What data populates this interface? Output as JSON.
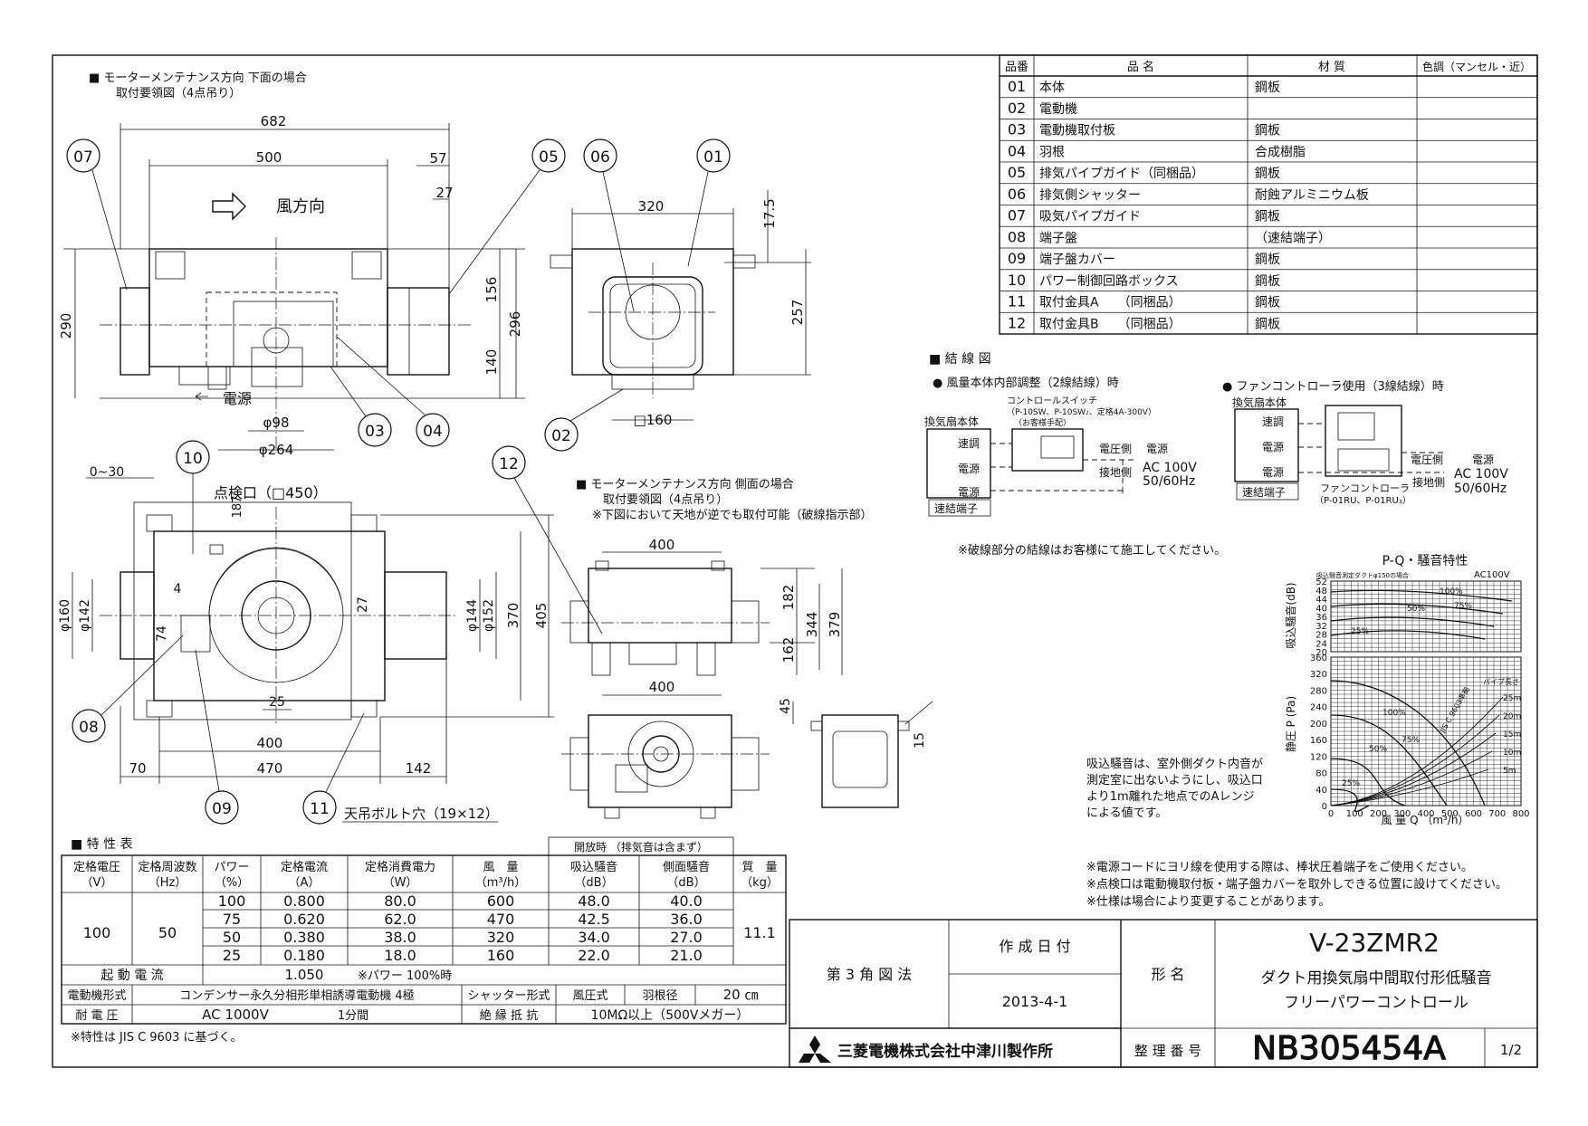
{
  "drawing": {
    "view1": {
      "heading": [
        "■ モーターメンテナンス方向 下面の場合",
        "取付要領図（4点吊り）"
      ],
      "airflow": "風方向",
      "power": "電源",
      "dims": [
        "682",
        "500",
        "57",
        "27",
        "290",
        "156",
        "296",
        "140",
        "φ98",
        "φ264"
      ],
      "callouts": [
        "07",
        "05",
        "03",
        "04"
      ]
    },
    "view2": {
      "dims": [
        "320",
        "17.5",
        "257",
        "□160"
      ],
      "callouts": [
        "06",
        "01",
        "02"
      ]
    },
    "view3": {
      "inspection": "点検口（□450）",
      "dims": [
        "0~30",
        "187",
        "φ160",
        "φ142",
        "4",
        "74",
        "27",
        "25",
        "φ144",
        "φ152",
        "370",
        "405",
        "400",
        "70",
        "470",
        "142"
      ],
      "callouts": [
        "10",
        "08",
        "09",
        "11",
        "12"
      ],
      "bolt": "天吊ボルト穴（19×12）"
    },
    "view4": {
      "heading": [
        "■ モーターメンテナンス方向 側面の場合",
        "取付要領図（4点吊り）",
        "※下図において天地が逆でも取付可能（破線指示部）"
      ],
      "dims": [
        "400",
        "182",
        "344",
        "379",
        "162",
        "400",
        "45",
        "15"
      ]
    }
  },
  "parts": {
    "headers": [
      "品番",
      "品 名",
      "材 質",
      "色調（マンセル・近）"
    ],
    "rows": [
      [
        "01",
        "本体",
        "鋼板",
        ""
      ],
      [
        "02",
        "電動機",
        "",
        ""
      ],
      [
        "03",
        "電動機取付板",
        "鋼板",
        ""
      ],
      [
        "04",
        "羽根",
        "合成樹脂",
        ""
      ],
      [
        "05",
        "排気パイプガイド（同梱品）",
        "鋼板",
        ""
      ],
      [
        "06",
        "排気側シャッター",
        "耐蝕アルミニウム板",
        ""
      ],
      [
        "07",
        "吸気パイプガイド",
        "鋼板",
        ""
      ],
      [
        "08",
        "端子盤",
        "（速結端子）",
        ""
      ],
      [
        "09",
        "端子盤カバー",
        "鋼板",
        ""
      ],
      [
        "10",
        "パワー制御回路ボックス",
        "鋼板",
        ""
      ],
      [
        "11",
        "取付金具A　　（同梱品）",
        "鋼板",
        ""
      ],
      [
        "12",
        "取付金具B　　（同梱品）",
        "鋼板",
        ""
      ]
    ]
  },
  "wiring": {
    "title": "■ 結 線 図",
    "left": {
      "title": "● 風量本体内部調整（2線結線）時",
      "switch": [
        "コントロールスイッチ",
        "（P-10SW、P-10SW₂、定格4A-300V）",
        "（お客様手配）"
      ],
      "box": "換気扇本体",
      "terminals": [
        "速調",
        "電源",
        "電源"
      ],
      "terminal_block": "速結端子",
      "voltage_side": "電圧側",
      "ground_side": "接地側",
      "supply": [
        "電源",
        "AC 100V",
        "50/60Hz"
      ]
    },
    "right": {
      "title": "● ファンコントローラ使用（3線結線）時",
      "box": "換気扇本体",
      "terminals": [
        "速調",
        "電源",
        "電源"
      ],
      "terminal_block": "速結端子",
      "controller": [
        "ファンコントローラ",
        "（P-01RU、P-01RU₃）"
      ],
      "voltage_side": "電圧側",
      "ground_side": "接地側",
      "supply": [
        "電源",
        "AC 100V",
        "50/60Hz"
      ]
    },
    "note": "※破線部分の結線はお客様にて施工してください。"
  },
  "pq": {
    "title": "P-Q・騒音特性",
    "sub_left": "吸込騒音測定ダクトφ150の場合",
    "sub_right": "AC100V",
    "noise_label": "吸込騒音(dB)",
    "noise_ticks": [
      "52",
      "48",
      "44",
      "40",
      "36",
      "32",
      "28",
      "24",
      "20"
    ],
    "static_label": "静圧 P (Pa)",
    "static_ticks": [
      "360",
      "320",
      "280",
      "240",
      "200",
      "160",
      "120",
      "80",
      "40",
      "0"
    ],
    "x_ticks": [
      "0",
      "100",
      "200",
      "300",
      "400",
      "500",
      "600",
      "700",
      "800"
    ],
    "x_label": "風 量 Q （m³/h）",
    "curve_labels": [
      "100%",
      "75%",
      "50%",
      "25%"
    ],
    "pipe_label": "パイプ長さ",
    "pipe_lengths": [
      "25m",
      "20m",
      "15m",
      "10m",
      "5m"
    ],
    "jis_label": "JIS C 9603準拠",
    "note": [
      "吸込騒音は、室外側ダクト内音が",
      "測定室に出ないようにし、吸込口",
      "より1m離れた地点でのAレンジ",
      "による値です。"
    ]
  },
  "spec": {
    "title": "■ 特 性 表",
    "open_header": "開放時 （排気音は含まず）",
    "headers": [
      [
        "定格電圧",
        "（V）"
      ],
      [
        "定格周波数",
        "（Hz）"
      ],
      [
        "パワー",
        "（%）"
      ],
      [
        "定格電流",
        "（A）"
      ],
      [
        "定格消費電力",
        "（W）"
      ],
      [
        "風　量",
        "（m³/h）"
      ],
      [
        "吸込騒音",
        "（dB）"
      ],
      [
        "側面騒音",
        "（dB）"
      ],
      [
        "質　量",
        "（kg）"
      ]
    ],
    "voltage": "100",
    "frequency": "50",
    "mass": "11.1",
    "rows": [
      [
        "100",
        "0.800",
        "80.0",
        "600",
        "48.0",
        "40.0"
      ],
      [
        "75",
        "0.620",
        "62.0",
        "470",
        "42.5",
        "36.0"
      ],
      [
        "50",
        "0.380",
        "38.0",
        "320",
        "34.0",
        "27.0"
      ],
      [
        "25",
        "0.180",
        "18.0",
        "160",
        "22.0",
        "21.0"
      ]
    ],
    "start_label": "起 動 電 流",
    "start_value": "1.050",
    "start_note": "※パワー 100%時",
    "motor_label": "電動機形式",
    "motor_value": "コンデンサー永久分相形単相誘導電動機 4極",
    "shutter_label": "シャッター形式",
    "shutter_value": "風圧式",
    "blade_label": "羽根径",
    "blade_value": "20 ㎝",
    "withstand_label": "耐 電 圧",
    "withstand_value": "AC 1000V",
    "withstand_time": "1分間",
    "insulation_label": "絶 縁 抵 抗",
    "insulation_value": "10MΩ以上（500Vメガー）",
    "footnote": "※特性は JIS C 9603 に基づく。"
  },
  "notes": [
    "※電源コードにヨリ線を使用する際は、棒状圧着端子をご使用ください。",
    "※点検口は電動機取付板・端子盤カバーを取外しできる位置に設けてください。",
    "※仕様は場合により変更することがあります。"
  ],
  "titleblock": {
    "projection": "第 3 角 図 法",
    "date_label": "作 成 日 付",
    "date": "2013-4-1",
    "model_label": "形 名",
    "model": "V-23ZMR2",
    "desc": [
      "ダクト用換気扇中間取付形低騒音",
      "フリーパワーコントロール"
    ],
    "company": "三菱電機株式会社中津川製作所",
    "number_label": "整 理 番 号",
    "number": "NB305454A",
    "page": "1/2"
  }
}
